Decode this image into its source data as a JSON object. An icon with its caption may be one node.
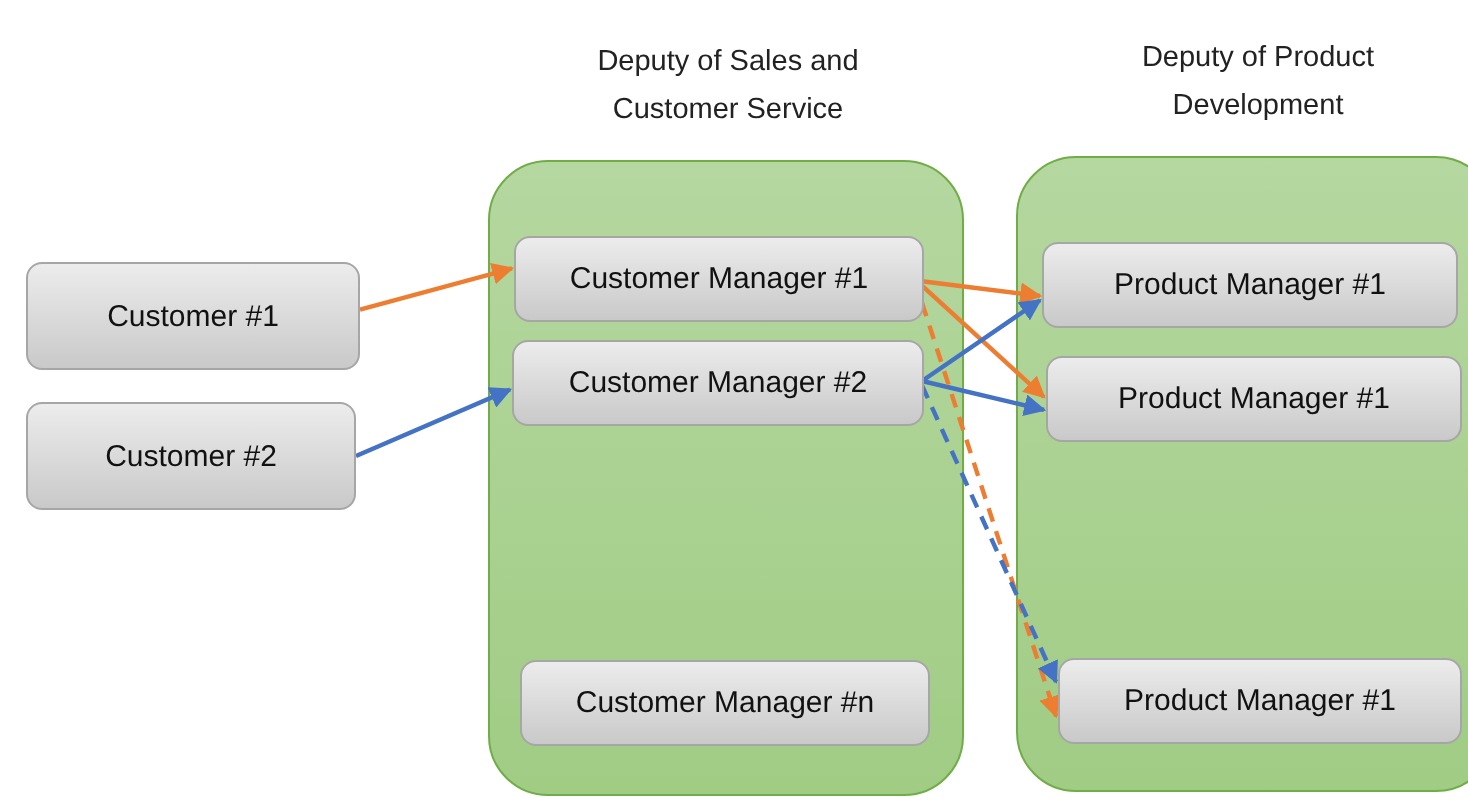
{
  "diagram": {
    "nodes": [
      {
        "text": [
          "Deputy of Sales and Customer Service"
        ]
      },
      {
        "text": [
          "Deputy of Product Development"
        ]
      },
      {
        "text": [
          "Customer #1"
        ]
      },
      {
        "text": [
          "Customer #2"
        ]
      },
      {
        "text": [
          "Customer Manager #1"
        ],
        "in": 0
      },
      {
        "text": [
          "Customer Manager #2"
        ],
        "in": 0
      },
      {
        "text": [
          "Customer Manager #n"
        ],
        "in": 0
      },
      {
        "text": [
          "Product Manager #1"
        ],
        "in": 1
      },
      {
        "text": [
          "Product Manager #1"
        ],
        "in": 1
      },
      {
        "text": [
          "Product Manager #1"
        ],
        "in": 1
      }
    ],
    "edges": [
      {
        "from": 2,
        "to": 4,
        "arrow": "to",
        "color": "#ed7d31"
      },
      {
        "from": 3,
        "to": 5,
        "arrow": "to",
        "color": "#4472c4"
      },
      {
        "from": 4,
        "to": 7,
        "arrow": "to",
        "color": "#ed7d31"
      },
      {
        "from": 4,
        "to": 8,
        "arrow": "to",
        "color": "#ed7d31"
      },
      {
        "from": 5,
        "to": 7,
        "arrow": "to",
        "color": "#4472c4"
      },
      {
        "from": 5,
        "to": 8,
        "arrow": "to",
        "color": "#4472c4"
      },
      {
        "from": 4,
        "to": 9,
        "arrow": "to",
        "style": "dashed",
        "color": "#ed7d31"
      },
      {
        "from": 5,
        "to": 9,
        "arrow": "to",
        "style": "dashed",
        "color": "#4472c4"
      }
    ]
  }
}
